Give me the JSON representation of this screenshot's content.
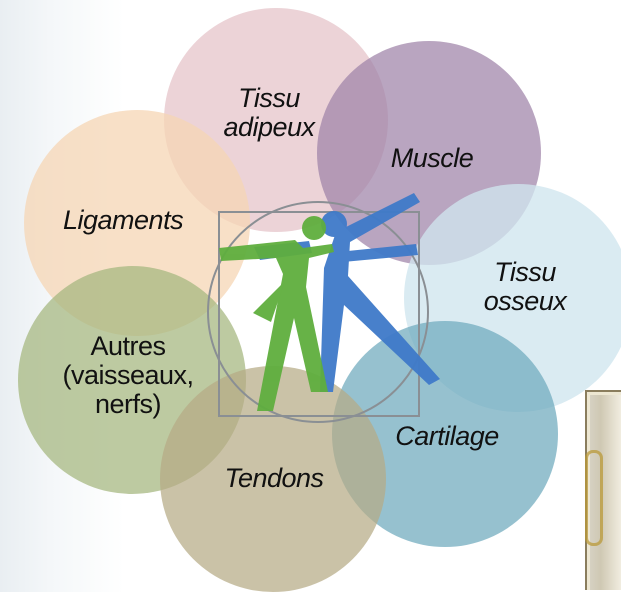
{
  "diagram": {
    "center_icon": "vitruvian-figures-icon",
    "bubbles": [
      {
        "id": "tissu-adipeux",
        "label": "Tissu\nadipeux",
        "color": "#e7c7cc",
        "italic": true
      },
      {
        "id": "muscle",
        "label": "Muscle",
        "color": "#9f83a8",
        "italic": true
      },
      {
        "id": "ligaments",
        "label": "Ligaments",
        "color": "#f6d6b4",
        "italic": true
      },
      {
        "id": "tissu-osseux",
        "label": "Tissu\nosseux",
        "color": "#cfe6ee",
        "italic": true
      },
      {
        "id": "autres",
        "label": "Autres\n(vaisseaux,\nnerfs)",
        "color": "#a4b67e",
        "italic": false
      },
      {
        "id": "cartilage",
        "label": "Cartilage",
        "color": "#6ea9bc",
        "italic": true
      },
      {
        "id": "tendons",
        "label": "Tendons",
        "color": "#b5aa85",
        "italic": true
      }
    ],
    "figure_colors": {
      "green": "#5fae3e",
      "blue": "#3f7ac9",
      "frame": "#8a8f94"
    }
  }
}
